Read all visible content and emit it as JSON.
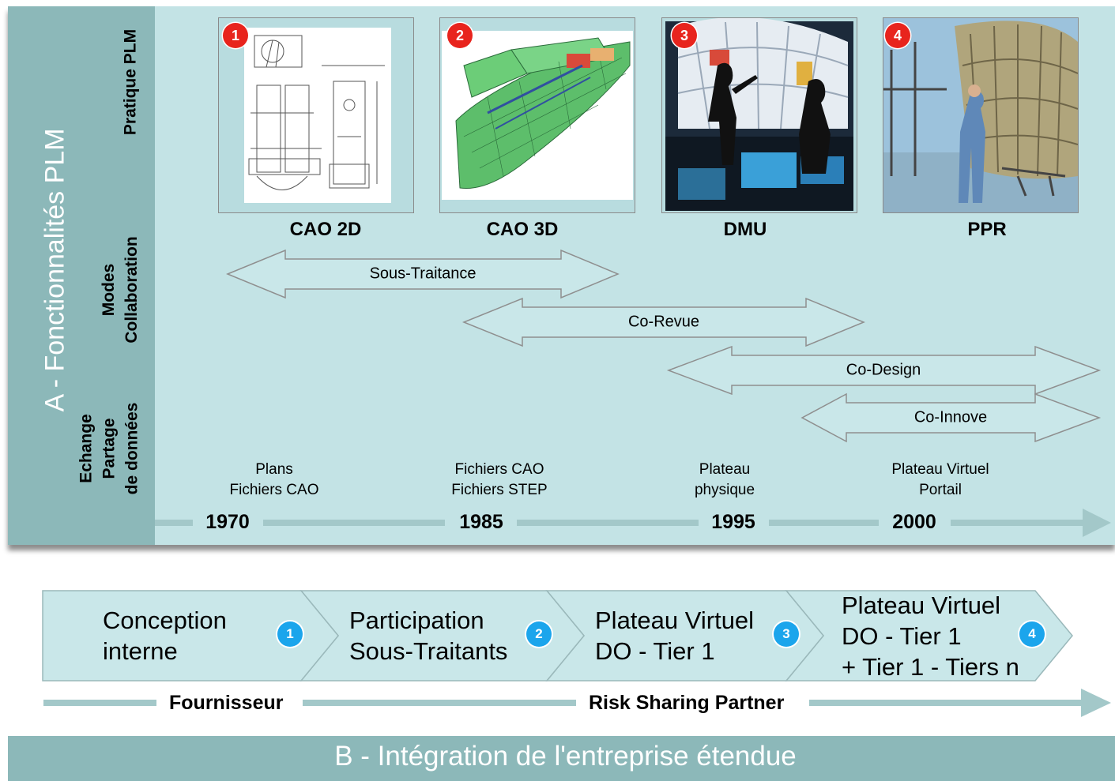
{
  "panel_a": {
    "title": "A - Fonctionnalités PLM",
    "rows": {
      "pratique": "Pratique PLM",
      "modes_line1": "Modes",
      "modes_line2": "Collaboration",
      "echange_line1": "Echange",
      "echange_line2": "Partage",
      "echange_line3": "de données"
    },
    "stages": [
      {
        "num": "1",
        "label": "CAO 2D"
      },
      {
        "num": "2",
        "label": "CAO 3D"
      },
      {
        "num": "3",
        "label": "DMU"
      },
      {
        "num": "4",
        "label": "PPR"
      }
    ],
    "collab_modes": [
      "Sous-Traitance",
      "Co-Revue",
      "Co-Design",
      "Co-Innove"
    ],
    "exchanges": [
      {
        "line1": "Plans",
        "line2": "Fichiers CAO"
      },
      {
        "line1": "Fichiers CAO",
        "line2": "Fichiers STEP"
      },
      {
        "line1": "Plateau",
        "line2": "physique"
      },
      {
        "line1": "Plateau Virtuel",
        "line2": "Portail"
      }
    ],
    "years": [
      "1970",
      "1985",
      "1995",
      "2000"
    ]
  },
  "panel_b": {
    "title": "B - Intégration de l'entreprise étendue",
    "steps": [
      {
        "num": "1",
        "line1": "Conception",
        "line2": "interne",
        "line3": ""
      },
      {
        "num": "2",
        "line1": "Participation",
        "line2": "Sous-Traitants",
        "line3": ""
      },
      {
        "num": "3",
        "line1": "Plateau  Virtuel",
        "line2": "DO - Tier 1",
        "line3": ""
      },
      {
        "num": "4",
        "line1": "Plateau  Virtuel",
        "line2": "DO - Tier 1",
        "line3": "+ Tier 1 - Tiers n"
      }
    ],
    "timeline_labels": [
      "Fournisseur",
      "Risk Sharing Partner"
    ]
  },
  "colors": {
    "panel_bg": "#c3e3e5",
    "side_bg": "#8cb8b9",
    "badge_red": "#e8241d",
    "badge_blue": "#1ba5ec"
  }
}
